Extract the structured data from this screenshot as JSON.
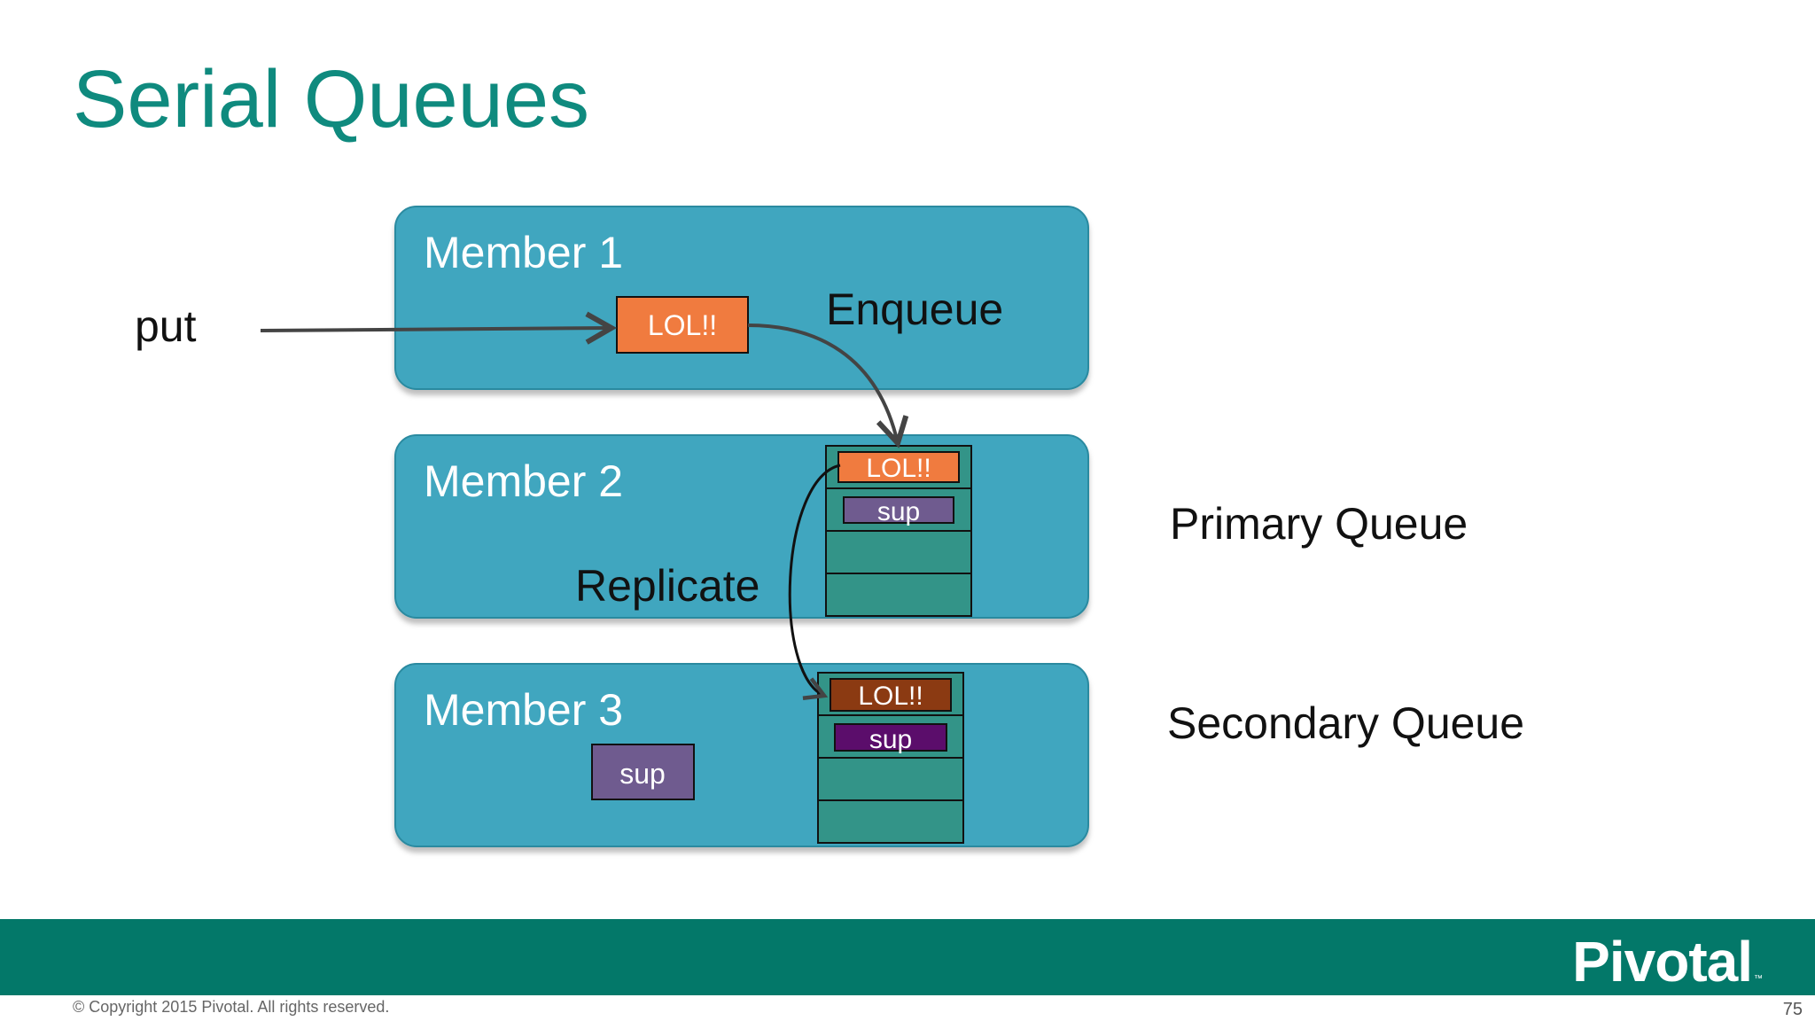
{
  "title": "Serial Queues",
  "labels": {
    "put": "put",
    "enqueue": "Enqueue",
    "replicate": "Replicate",
    "primary": "Primary Queue",
    "secondary": "Secondary Queue"
  },
  "members": [
    {
      "name": "Member 1"
    },
    {
      "name": "Member 2"
    },
    {
      "name": "Member 3"
    }
  ],
  "items": {
    "incoming": "LOL!!",
    "primary_top": "LOL!!",
    "primary_second": "sup",
    "secondary_top": "LOL!!",
    "secondary_second": "sup",
    "member3_local": "sup"
  },
  "colors": {
    "title": "#0f8a7e",
    "member_box": "#3fa6bf",
    "queue_slot": "#339488",
    "orange": "#f07b3f",
    "dark_orange": "#8b3a12",
    "purple": "#6f5b8f",
    "dark_purple": "#5b0d6b",
    "footer": "#037869"
  },
  "footer": {
    "logo": "Pivotal",
    "tm": "™",
    "copyright": "© Copyright 2015 Pivotal. All rights reserved.",
    "page": "75"
  }
}
